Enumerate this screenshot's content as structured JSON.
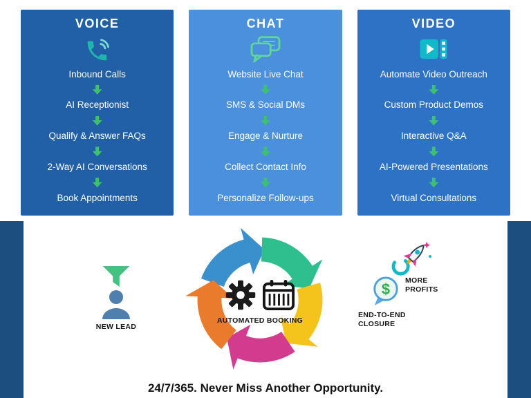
{
  "columns": [
    {
      "title": "VOICE",
      "icon": "phone-icon",
      "bg": "#215fa7",
      "items": [
        "Inbound Calls",
        "AI Receptionist",
        "Qualify & Answer FAQs",
        "2-Way AI Conversations",
        "Book Appointments"
      ]
    },
    {
      "title": "CHAT",
      "icon": "chat-icon",
      "bg": "#4a90dd",
      "items": [
        "Website Live Chat",
        "SMS & Social DMs",
        "Engage & Nurture",
        "Collect Contact Info",
        "Personalize Follow-ups"
      ]
    },
    {
      "title": "VIDEO",
      "icon": "video-icon",
      "bg": "#2d72c5",
      "items": [
        "Automate Video Outreach",
        "Custom Product Demos",
        "Interactive Q&A",
        "AI-Powered Presentations",
        "Virtual Consultations"
      ]
    }
  ],
  "bottom": {
    "new_lead_label": "NEW LEAD",
    "automated_booking_label": "AUTOMATED BOOKING",
    "more_profits_label": "MORE PROFITS",
    "end_to_end_label": "END-TO-END CLOSURE",
    "tagline": "24/7/365. Never Miss Another Opportunity."
  },
  "colors": {
    "arrow_green": "#3fc06f",
    "frame_bg": "#1d4e80",
    "cycle": [
      "#3a8fcd",
      "#2fbf8f",
      "#f4c41c",
      "#d33c8e",
      "#ea7a2c"
    ],
    "gear_black": "#1b1b1b"
  }
}
